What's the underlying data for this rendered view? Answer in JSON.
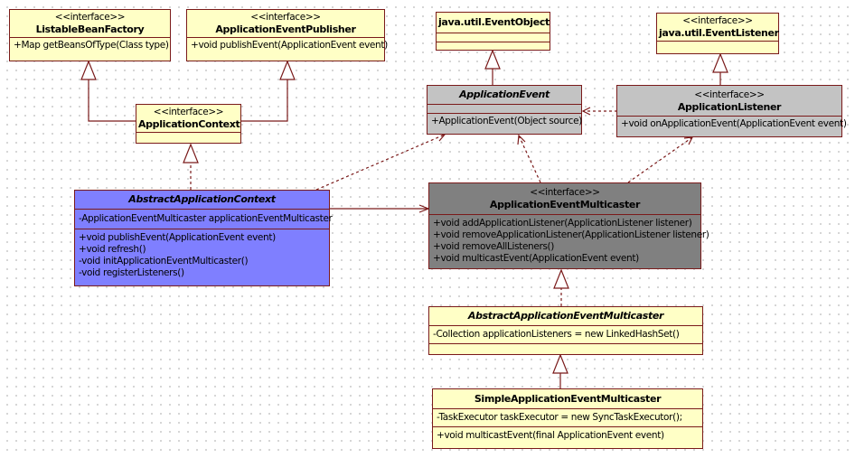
{
  "diagram": {
    "type": "UML class diagram",
    "classes": {
      "listableBeanFactory": {
        "stereotype": "<<interface>>",
        "name": "ListableBeanFactory",
        "attributes": [],
        "operations": [
          "+Map getBeansOfType(Class type)"
        ]
      },
      "applicationEventPublisher": {
        "stereotype": "<<interface>>",
        "name": "ApplicationEventPublisher",
        "attributes": [],
        "operations": [
          "+void publishEvent(ApplicationEvent event)"
        ]
      },
      "applicationContext": {
        "stereotype": "<<interface>>",
        "name": "ApplicationContext",
        "attributes": [],
        "operations": []
      },
      "eventObject": {
        "name": "java.util.EventObject",
        "attributes": [],
        "operations": []
      },
      "eventListener": {
        "stereotype": "<<interface>>",
        "name": "java.util.EventListener",
        "operations": []
      },
      "applicationEvent": {
        "name": "ApplicationEvent",
        "abstract": true,
        "attributes": [],
        "operations": [
          "+ApplicationEvent(Object source)"
        ]
      },
      "applicationListener": {
        "stereotype": "<<interface>>",
        "name": "ApplicationListener",
        "operations": [
          "+void onApplicationEvent(ApplicationEvent event)"
        ]
      },
      "abstractApplicationContext": {
        "name": "AbstractApplicationContext",
        "abstract": true,
        "attributes": [
          "-ApplicationEventMulticaster applicationEventMulticaster"
        ],
        "operations": [
          "+void publishEvent(ApplicationEvent event)",
          "+void refresh()",
          "-void initApplicationEventMulticaster()",
          "-void registerListeners()"
        ]
      },
      "applicationEventMulticaster": {
        "stereotype": "<<interface>>",
        "name": "ApplicationEventMulticaster",
        "operations": [
          "+void addApplicationListener(ApplicationListener listener)",
          "+void removeApplicationListener(ApplicationListener listener)",
          "+void removeAllListeners()",
          "+void multicastEvent(ApplicationEvent event)"
        ]
      },
      "abstractApplicationEventMulticaster": {
        "name": "AbstractApplicationEventMulticaster",
        "abstract": true,
        "attributes": [
          "-Collection applicationListeners = new LinkedHashSet()"
        ],
        "operations": []
      },
      "simpleApplicationEventMulticaster": {
        "name": "SimpleApplicationEventMulticaster",
        "attributes": [
          "-TaskExecutor taskExecutor = new SyncTaskExecutor();"
        ],
        "operations": [
          "+void multicastEvent(final ApplicationEvent event)"
        ]
      }
    },
    "relations": [
      {
        "from": "ApplicationContext",
        "to": "ListableBeanFactory",
        "kind": "generalization"
      },
      {
        "from": "ApplicationContext",
        "to": "ApplicationEventPublisher",
        "kind": "generalization"
      },
      {
        "from": "AbstractApplicationContext",
        "to": "ApplicationContext",
        "kind": "realization"
      },
      {
        "from": "ApplicationEvent",
        "to": "java.util.EventObject",
        "kind": "generalization"
      },
      {
        "from": "ApplicationListener",
        "to": "java.util.EventListener",
        "kind": "generalization"
      },
      {
        "from": "ApplicationListener",
        "to": "ApplicationEvent",
        "kind": "dependency"
      },
      {
        "from": "AbstractApplicationContext",
        "to": "ApplicationEvent",
        "kind": "dependency"
      },
      {
        "from": "AbstractApplicationContext",
        "to": "ApplicationEventMulticaster",
        "kind": "association"
      },
      {
        "from": "ApplicationEventMulticaster",
        "to": "ApplicationEvent",
        "kind": "dependency"
      },
      {
        "from": "ApplicationEventMulticaster",
        "to": "ApplicationListener",
        "kind": "dependency"
      },
      {
        "from": "AbstractApplicationEventMulticaster",
        "to": "ApplicationEventMulticaster",
        "kind": "realization"
      },
      {
        "from": "SimpleApplicationEventMulticaster",
        "to": "AbstractApplicationEventMulticaster",
        "kind": "generalization"
      }
    ],
    "colors": {
      "line": "#7a1a1a",
      "interface_fill": "#ffffc6",
      "event_fill": "#c3c3c3",
      "multicaster_fill": "#808080",
      "context_fill": "#7f7fff"
    }
  }
}
